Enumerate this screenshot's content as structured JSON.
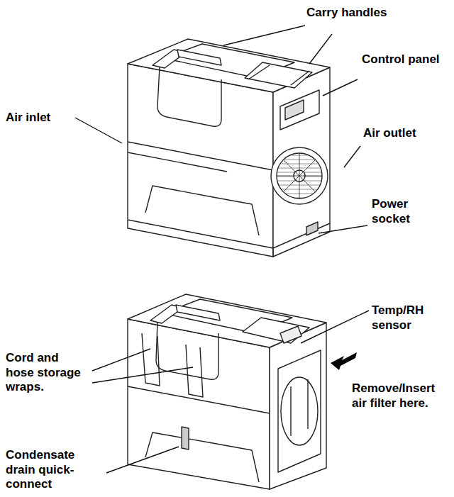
{
  "diagram": {
    "labels": [
      "Carry handles",
      "Control panel",
      "Air inlet",
      "Air outlet",
      "Power socket",
      "Temp/RH sensor",
      "Cord and hose storage wraps.",
      "Remove/Insert air filter here.",
      "Condensate drain quick-connect"
    ]
  }
}
